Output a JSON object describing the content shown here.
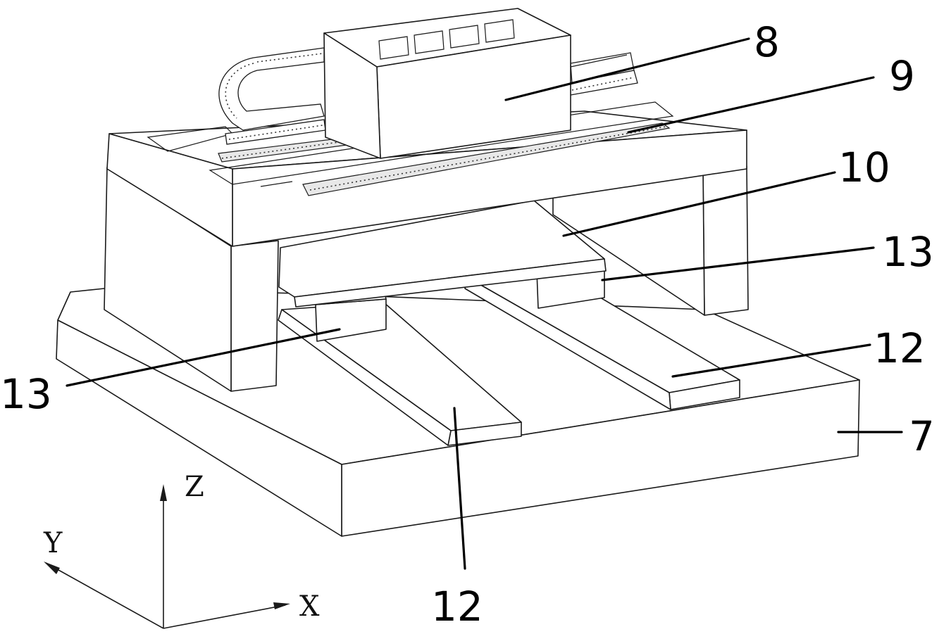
{
  "callouts": [
    {
      "id": "8",
      "label": "8"
    },
    {
      "id": "9",
      "label": "9"
    },
    {
      "id": "10",
      "label": "10"
    },
    {
      "id": "13a",
      "label": "13"
    },
    {
      "id": "13b",
      "label": "13"
    },
    {
      "id": "12a",
      "label": "12"
    },
    {
      "id": "12b",
      "label": "12"
    },
    {
      "id": "7",
      "label": "7"
    }
  ],
  "axes": {
    "x": "X",
    "y": "Y",
    "z": "Z"
  }
}
